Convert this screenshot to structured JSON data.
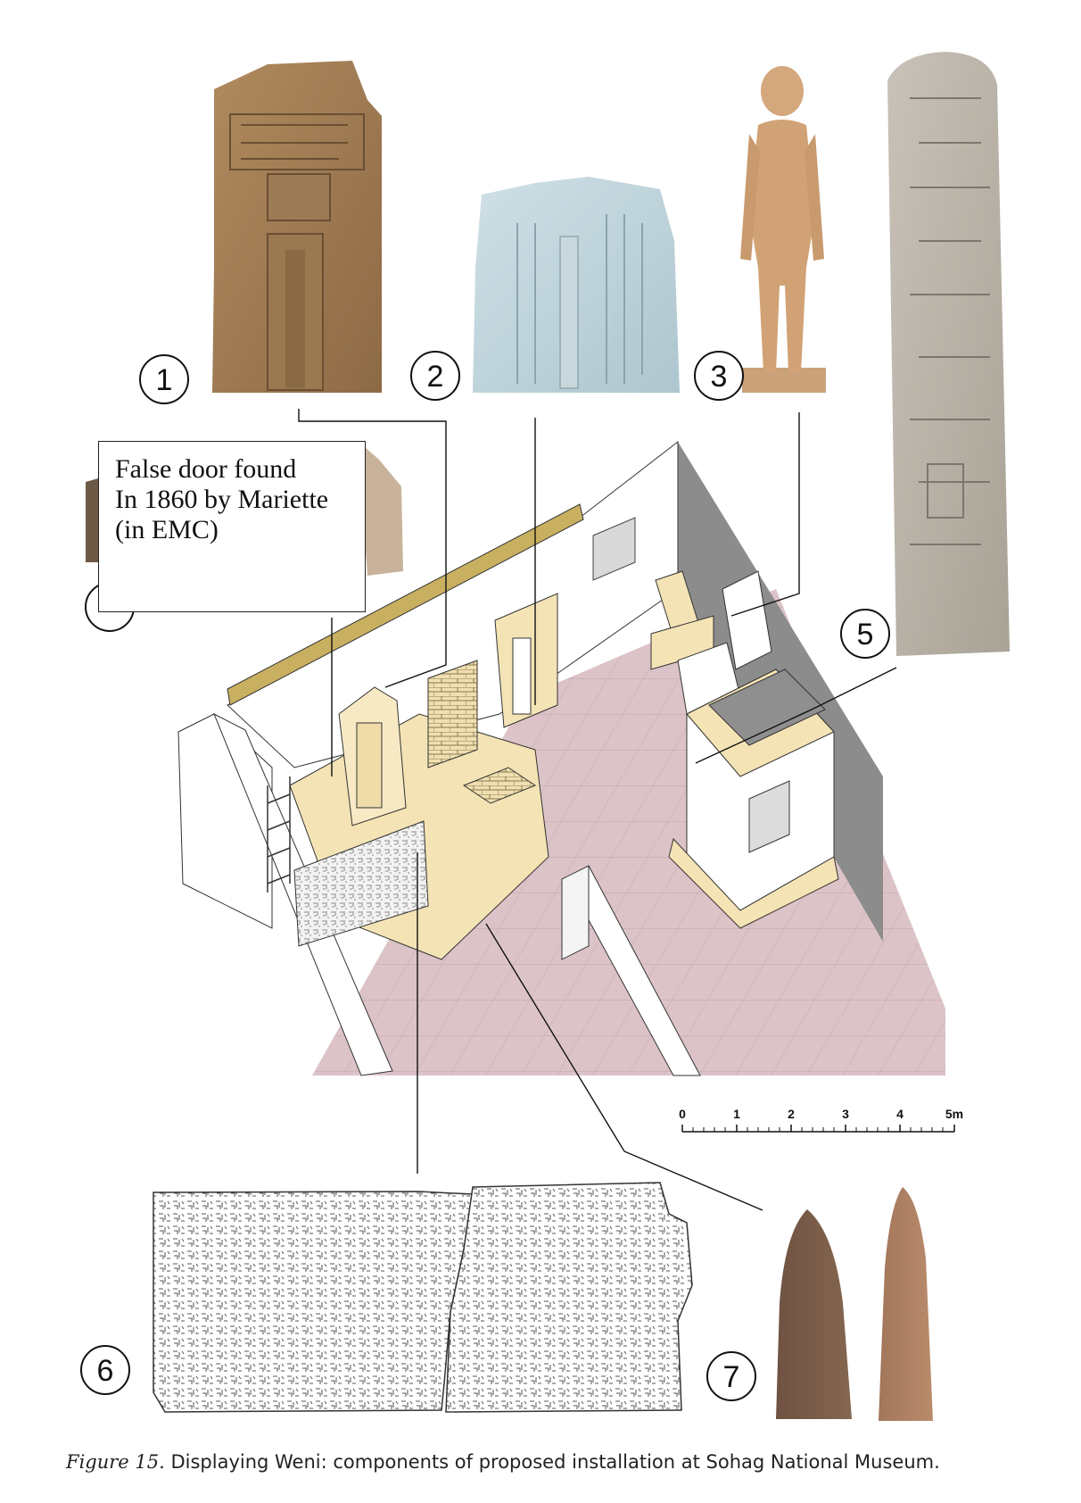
{
  "callout": {
    "line1": "False door found",
    "line2": "In 1860 by Mariette",
    "line3": "(in EMC)"
  },
  "markers": [
    {
      "id": "1",
      "label": "1"
    },
    {
      "id": "2",
      "label": "2"
    },
    {
      "id": "3",
      "label": "3"
    },
    {
      "id": "5",
      "label": "5"
    },
    {
      "id": "6",
      "label": "6"
    },
    {
      "id": "7",
      "label": "7"
    }
  ],
  "scale_bar": {
    "ticks": [
      "0",
      "1",
      "2",
      "3",
      "4",
      "5m"
    ]
  },
  "caption": {
    "figure_label": "Figure 15.",
    "text": " Displaying Weni: components of proposed installation at Sohag National Museum."
  },
  "colors": {
    "floor": "#ddc4c8",
    "stone_highlight": "#f4e3b5",
    "ochre_band": "#c9b061",
    "wall_grey": "#8a8a8a",
    "stela_stone": "#a07a52"
  }
}
